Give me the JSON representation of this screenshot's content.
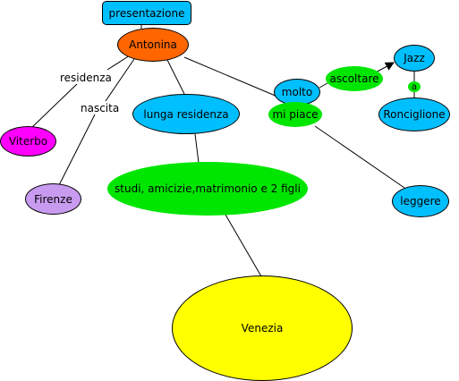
{
  "colors": {
    "cyan": "#00BFFF",
    "orange": "#FF6600",
    "green": "#00E600",
    "magenta": "#FF00FF",
    "lavender": "#C99BF0",
    "yellow": "#FFFF00"
  },
  "nodes": {
    "presentazione": "presentazione",
    "antonina": "Antonina",
    "viterbo": "Viterbo",
    "firenze": "Firenze",
    "lunga_residenza": "lunga residenza",
    "studi": "studi, amicizie,matrimonio e 2 figli",
    "venezia": "Venezia",
    "molto": "molto",
    "mi_piace": "mi piace",
    "ascoltare": "ascoltare",
    "jazz": "Jazz",
    "a": "a",
    "ronciglione": "Ronciglione",
    "leggere": "leggere"
  },
  "links": {
    "residenza": "residenza",
    "nascita": "nascita"
  }
}
